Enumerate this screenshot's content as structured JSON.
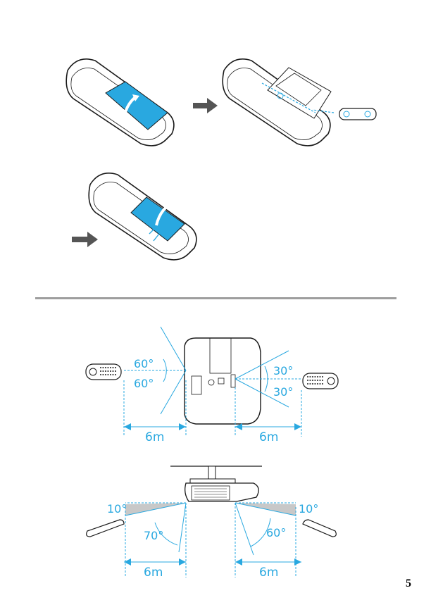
{
  "colors": {
    "accent": "#29a8e0",
    "arrow": "#555555",
    "outline": "#1a1a1a",
    "divider": "#9e9e9e"
  },
  "receiver_range": {
    "front_left_angle_top": "60°",
    "front_left_angle_bottom": "60°",
    "front_right_angle_top": "30°",
    "front_right_angle_bottom": "30°",
    "front_left_distance": "6m",
    "front_right_distance": "6m",
    "side_left_angle_up": "10°",
    "side_left_angle_down": "70°",
    "side_right_angle_up": "10°",
    "side_right_angle_down": "60°",
    "side_left_distance": "6m",
    "side_right_distance": "6m"
  },
  "page_number": "5"
}
